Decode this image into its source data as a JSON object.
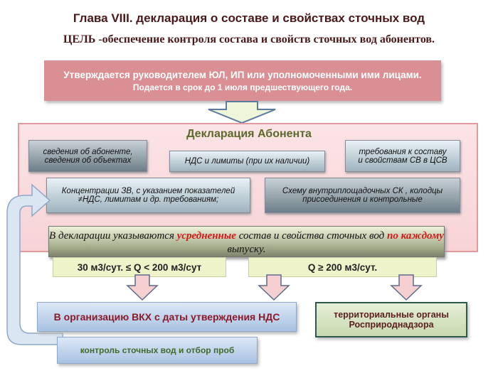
{
  "header": {
    "title": "Глава  VIII.  декларация о составе и свойствах сточных вод",
    "goal": "ЦЕЛЬ -обеспечение контроля состава и свойств сточных вод абонентов."
  },
  "approval": {
    "line1": "Утверждается руководителем  ЮЛ, ИП или уполномоченными ими лицами.",
    "line2": "Подается в срок до 1 июля предшествующего года."
  },
  "declaration": {
    "title": "Декларация Абонента",
    "items": [
      {
        "line1": "сведения об абоненте,",
        "line2": "сведения об объектах"
      },
      {
        "line1": "НДС и лимиты (при их наличии)",
        "line2": ""
      },
      {
        "line1": "требования к составу",
        "line2": "и свойствам СВ в ЦСВ"
      },
      {
        "line1": "Концентрации  ЗВ, с указанием показателей",
        "line2": "≠НДС, лимитам и др. требованиям;"
      },
      {
        "line1": "Схему внутриплощадочных  СК , колодцы",
        "line2": "присоединения и контрольные"
      }
    ],
    "note": {
      "part1": "В декларации указываются ",
      "highlight1": "усредненные",
      "part2": " состав и свойства сточных вод ",
      "highlight2": "по каждому",
      "part3": " выпуску."
    }
  },
  "thresholds": {
    "low": "30 м3/сут.  ≤ Q <  200 м3/сут",
    "high": "Q ≥ 200 м3/сут."
  },
  "destinations": {
    "vkh": "В организацию ВКХ с даты утверждения НДС",
    "rpn_line1": "территориальные  органы",
    "rpn_line2": "Росприроднадзора",
    "control": "контроль сточных вод и отбор проб"
  },
  "colors": {
    "title": "#4a1818",
    "top_box": "#d98f94",
    "declaration_title": "#5b6a2a",
    "highlight": "#d21a1a",
    "vkh_text": "#8a1a2a",
    "rpn_text": "#5a1e1e",
    "control_text": "#3e6a2a"
  }
}
